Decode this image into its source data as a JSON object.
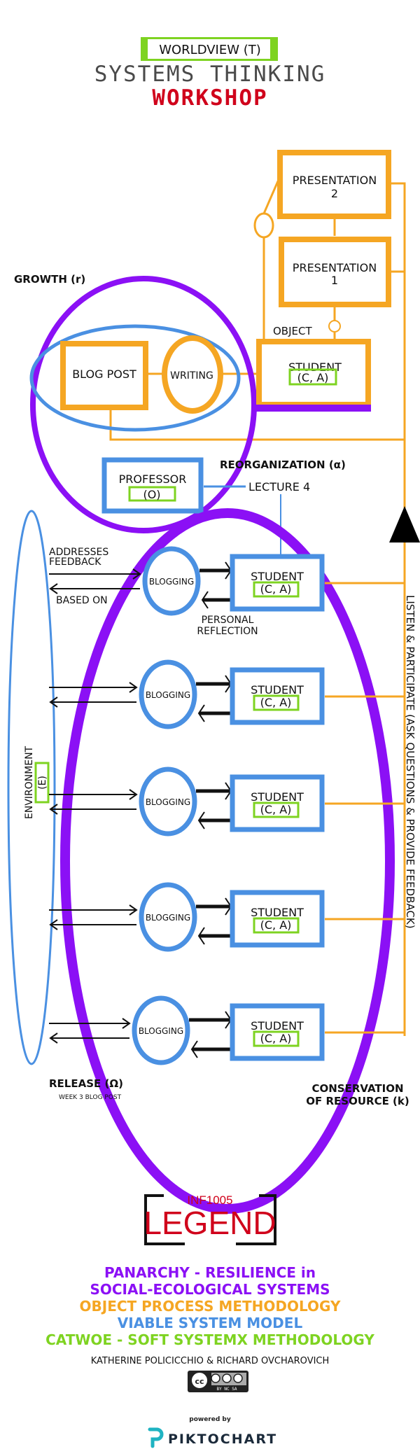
{
  "header": {
    "worldview": "WORLDVIEW (T)",
    "title_line1": "SYSTEMS THINKING",
    "title_line2": "WORKSHOP"
  },
  "colors": {
    "orange": "#F5A623",
    "blue": "#4A90E2",
    "purple": "#8B10F5",
    "green": "#7ED321",
    "red": "#D0021B",
    "dark": "#4A4A4A",
    "teal": "#1FB3C2"
  },
  "top_section": {
    "growth_label": "GROWTH (r)",
    "presentation2": [
      "PRESENTATION",
      "2"
    ],
    "presentation1": [
      "PRESENTATION",
      "1"
    ],
    "object_label": "OBJECT",
    "student_top": {
      "title": "STUDENT",
      "role": "(C, A)"
    },
    "blog_post": "BLOG POST",
    "writing": "WRITING",
    "professor": {
      "title": "PROFESSOR",
      "role": "(O)"
    },
    "reorganization_label": "REORGANIZATION (α)",
    "lecture": "LECTURE 4"
  },
  "bottom_section": {
    "addresses_feedback": [
      "ADDRESSES",
      "FEEDBACK"
    ],
    "based_on": "BASED ON",
    "personal_reflection": [
      "PERSONAL",
      "REFLECTION"
    ],
    "environment": {
      "title": "ENVIRONMENT",
      "role": "(E)"
    },
    "listen_participate": "LISTEN & PARTICIPATE (ASK QUESTIONS & PROVIDE FEEDBACK)",
    "release_label": "RELEASE (Ω)",
    "release_sub": "WEEK 3 BLOG POST",
    "conservation_label": [
      "CONSERVATION",
      "OF RESOURCE (k)"
    ],
    "rows": [
      {
        "process": "BLOGGING",
        "object": "STUDENT",
        "role": "(C, A)"
      },
      {
        "process": "BLOGGING",
        "object": "STUDENT",
        "role": "(C, A)"
      },
      {
        "process": "BLOGGING",
        "object": "STUDENT",
        "role": "(C, A)"
      },
      {
        "process": "BLOGGING",
        "object": "STUDENT",
        "role": "(C, A)"
      },
      {
        "process": "BLOGGING",
        "object": "STUDENT",
        "role": "(C, A)"
      }
    ]
  },
  "legend": {
    "course": "INF1005",
    "title": "LEGEND",
    "lines": [
      {
        "text": "PANARCHY - RESILIENCE in",
        "color": "#8B10F5"
      },
      {
        "text": "SOCIAL-ECOLOGICAL SYSTEMS",
        "color": "#8B10F5"
      },
      {
        "text": "OBJECT PROCESS METHODOLOGY",
        "color": "#F5A623"
      },
      {
        "text": "VIABLE SYSTEM MODEL",
        "color": "#4A90E2"
      },
      {
        "text": "CATWOE - SOFT SYSTEMX METHODOLOGY",
        "color": "#7ED321"
      }
    ],
    "authors": "KATHERINE POLICICCHIO & RICHARD OVCHAROVICH",
    "license": {
      "cc": "cc",
      "terms": "BY  NC  SA"
    },
    "powered_by": "powered by",
    "brand": "PIKTOCHART"
  }
}
